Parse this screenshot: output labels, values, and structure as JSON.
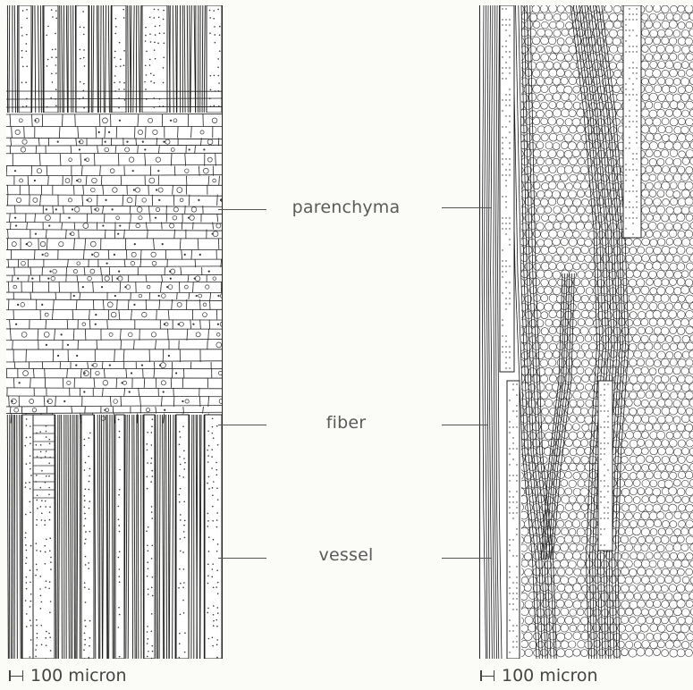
{
  "labels": {
    "parenchyma": "parenchyma",
    "fiber": "fiber",
    "vessel": "vessel"
  },
  "scale_bars": {
    "left": "100 micron",
    "right": "100 micron"
  }
}
